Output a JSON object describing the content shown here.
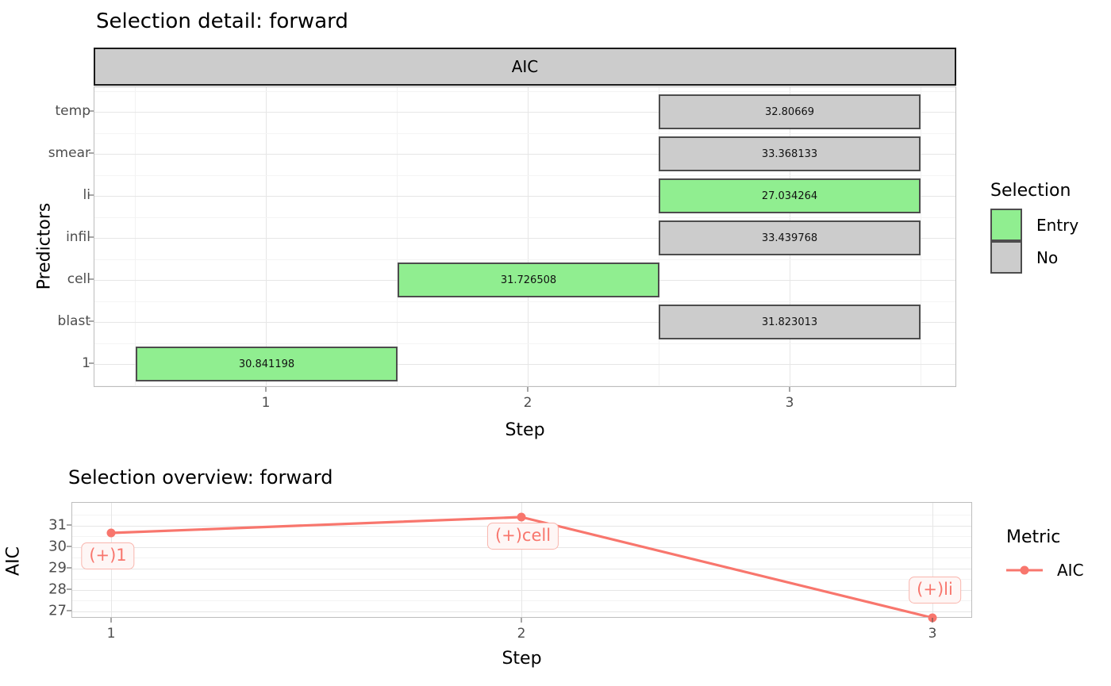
{
  "detail": {
    "title": "Selection detail: forward",
    "facet_strip_label": "AIC",
    "ylabel": "Predictors",
    "xlabel": "Step",
    "y_categories": [
      "temp",
      "smear",
      "li",
      "infil",
      "cell",
      "blast",
      "1"
    ],
    "x_ticks": [
      "1",
      "2",
      "3"
    ]
  },
  "selection_legend": {
    "title": "Selection",
    "items": [
      {
        "label": "Entry",
        "color": "#90ee90"
      },
      {
        "label": "No",
        "color": "#cccccc"
      }
    ]
  },
  "overview": {
    "title": "Selection overview: forward",
    "ylabel": "AIC",
    "xlabel": "Step",
    "y_ticks": [
      "31",
      "30",
      "29",
      "28",
      "27"
    ],
    "x_ticks": [
      "1",
      "2",
      "3"
    ],
    "annotations": [
      "(+)1",
      "(+)cell",
      "(+)li"
    ]
  },
  "metric_legend": {
    "title": "Metric",
    "items": [
      {
        "label": "AIC",
        "color": "#f8766d"
      }
    ]
  },
  "colors": {
    "entry": "#90ee90",
    "no": "#cccccc",
    "bar_outline": "#4d4d4d",
    "metric": "#f8766d",
    "strip_bg": "#cccccc",
    "panel_border": "#bdbdbd",
    "grid_major": "#e6e6e6",
    "grid_minor": "#f4f4f4",
    "axis_text": "#4d4d4d"
  },
  "chart_data": [
    {
      "type": "bar",
      "title": "Selection detail: forward",
      "subtitle": "AIC",
      "xlabel": "Step",
      "ylabel": "Predictors",
      "orientation": "horizontal",
      "xlim": [
        0.5,
        3.5
      ],
      "x_ticks": [
        1,
        2,
        3
      ],
      "grid": true,
      "legend_position": "right",
      "categories": [
        "temp",
        "smear",
        "li",
        "infil",
        "cell",
        "blast",
        "1"
      ],
      "bars": [
        {
          "predictor": "temp",
          "step": 3,
          "value": 32.80669,
          "label": "32.80669",
          "selection": "No"
        },
        {
          "predictor": "smear",
          "step": 3,
          "value": 33.368133,
          "label": "33.368133",
          "selection": "No"
        },
        {
          "predictor": "li",
          "step": 3,
          "value": 27.034264,
          "label": "27.034264",
          "selection": "Entry"
        },
        {
          "predictor": "infil",
          "step": 3,
          "value": 33.439768,
          "label": "33.439768",
          "selection": "No"
        },
        {
          "predictor": "cell",
          "step": 2,
          "value": 31.726508,
          "label": "31.726508",
          "selection": "Entry"
        },
        {
          "predictor": "blast",
          "step": 3,
          "value": 31.823013,
          "label": "31.823013",
          "selection": "No"
        },
        {
          "predictor": "1",
          "step": 1,
          "value": 30.841198,
          "label": "30.841198",
          "selection": "Entry"
        }
      ],
      "legend": {
        "title": "Selection",
        "entries": [
          "Entry",
          "No"
        ]
      }
    },
    {
      "type": "line",
      "title": "Selection overview: forward",
      "xlabel": "Step",
      "ylabel": "AIC",
      "x": [
        1,
        2,
        3
      ],
      "ylim": [
        26.7,
        31.95
      ],
      "y_ticks": [
        27,
        28,
        29,
        30,
        31
      ],
      "grid": true,
      "legend_position": "right",
      "series": [
        {
          "name": "AIC",
          "color": "#f8766d",
          "values": [
            30.841198,
            31.726508,
            27.034264
          ],
          "point_labels": [
            "(+)1",
            "(+)cell",
            "(+)li"
          ]
        }
      ],
      "legend": {
        "title": "Metric",
        "entries": [
          "AIC"
        ]
      }
    }
  ]
}
